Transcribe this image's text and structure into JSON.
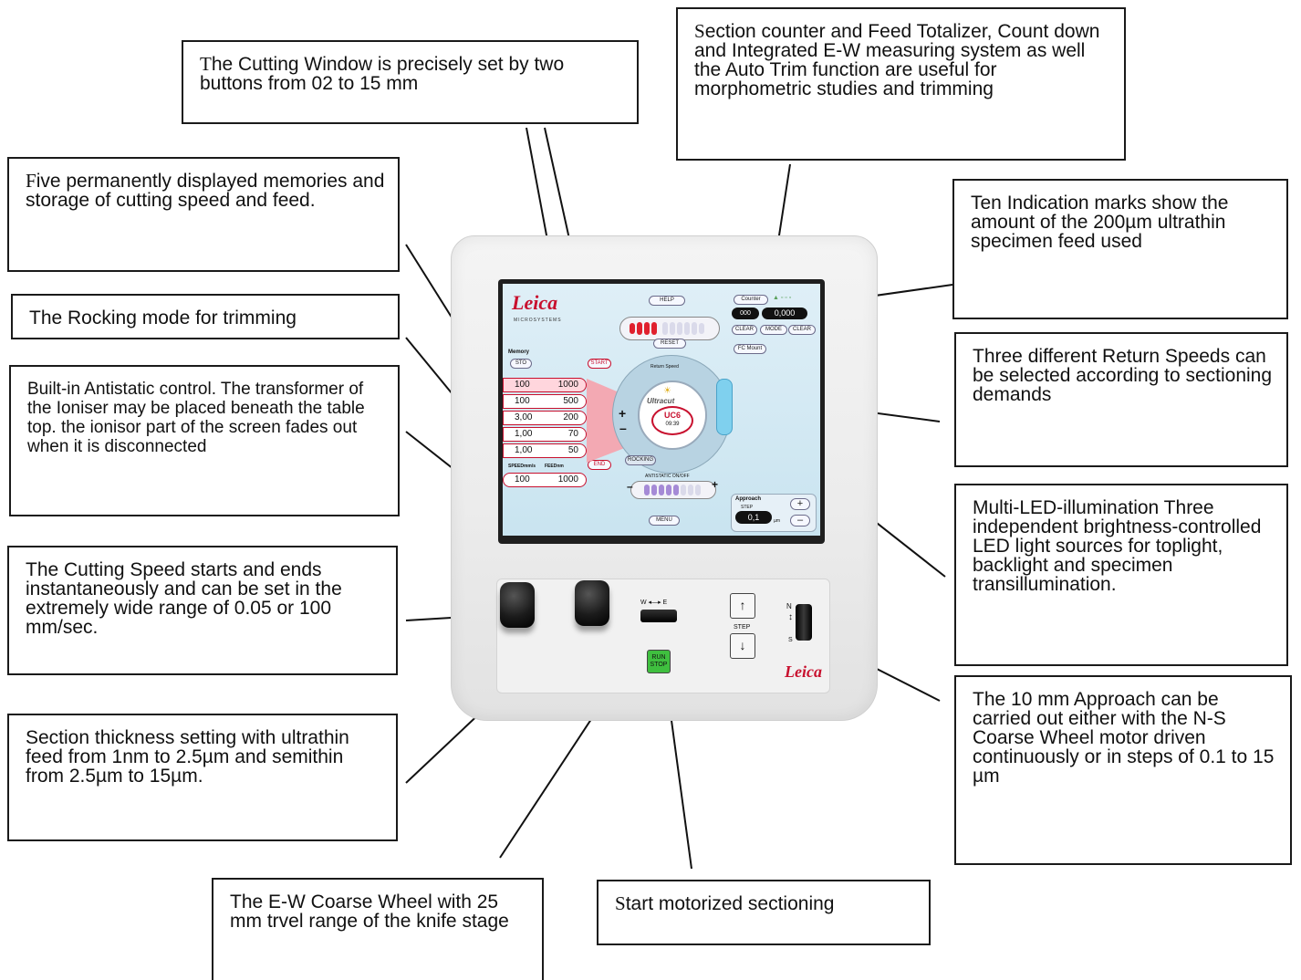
{
  "callouts": {
    "cutting_window": "The Cutting Window is precisely set by two buttons from 02 to 15 mm",
    "section_counter": "Section counter and Feed Totalizer, Count down and Integrated E-W measuring system as well the Auto Trim function are useful for morphometric studies and trimming",
    "five_memories": "Five permanently displayed memories and storage of cutting speed and feed.",
    "ten_marks": "Ten Indication marks show the amount of the 200µm ultrathin specimen feed used",
    "rocking": "The Rocking mode for  trimming",
    "return_speeds": "Three different Return Speeds can be selected according to sectioning demands",
    "antistatic": "Built-in Antistatic control. The transformer of the Ioniser may be placed beneath the table top. the ionisor part of the screen fades out when it is disconnected",
    "led": "Multi-LED-illumination Three independent brightness-controlled LED light sources for toplight, backlight and specimen transillumination.",
    "cutting_speed": "The Cutting Speed starts and ends instantaneously and can be set in the extremely wide range of 0.05 or 100 mm/sec.",
    "approach": "The 10 mm Approach can be carried out either with the N-S Coarse Wheel motor driven continuously or in steps of 0.1 to 15 µm",
    "section_thickness": "Section thickness setting with ultrathin feed from 1nm to 2.5µm and semithin from 2.5µm to 15µm.",
    "ew_wheel": "The E-W Coarse Wheel with 25 mm trvel range of the knife stage",
    "start_sectioning": "Start motorized sectioning"
  },
  "screen": {
    "logo": "Leica",
    "logo_sub": "MICROSYSTEMS",
    "help": "HELP",
    "reset": "RESET",
    "counter": "Counter",
    "counter_left": "000",
    "counter_right": "0,000",
    "clear": "CLEAR",
    "mode": "MODE",
    "fc_mount": "FC Mount",
    "memory": "Memory",
    "sto": "STO",
    "start": "START",
    "end": "END",
    "memory_rows": [
      {
        "speed": "100",
        "feed": "1000"
      },
      {
        "speed": "100",
        "feed": "500"
      },
      {
        "speed": "3,00",
        "feed": "200"
      },
      {
        "speed": "1,00",
        "feed": "70"
      },
      {
        "speed": "1,00",
        "feed": "50"
      }
    ],
    "speed_label": "SPEEDmm/s",
    "feed_label": "FEEDnm",
    "current_speed": "100",
    "current_feed": "1000",
    "dial_brand": "Ultracut",
    "dial_model": "UC6",
    "dial_time": "09:39",
    "return_speed": "Return Speed",
    "rocking": "ROCKING",
    "antistatic": "ANTISTATIC ON/OFF",
    "approach": "Approach",
    "step": "STEP",
    "approach_value": "0,1",
    "approach_unit": "µm",
    "menu": "MENU"
  },
  "panel": {
    "ew_w": "W",
    "ew_e": "E",
    "run": "RUN",
    "stop": "STOP",
    "step": "STEP",
    "ns_n": "N",
    "ns_s": "S",
    "logo": "Leica"
  },
  "colors": {
    "accent_red": "#c8102e",
    "feed_red": "#e0202e",
    "run_green": "#3fbf3f",
    "antistatic_purple": "#a58ad6"
  }
}
